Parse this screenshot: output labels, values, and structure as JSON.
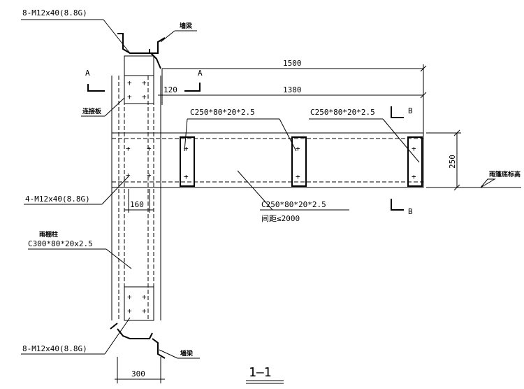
{
  "labels": {
    "bolt_top": "8-M12x40(8.8G)",
    "bolt_mid": "4-M12x40(8.8G)",
    "bolt_bottom": "8-M12x40(8.8G)",
    "wall_beam_top": "墙梁",
    "wall_beam_bottom": "墙梁",
    "connect_plate": "连接板",
    "canopy_column": "雨棚柱",
    "column_section": "C300*80*20x2.5",
    "purlin_left": "C250*80*20*2.5",
    "purlin_right": "C250*80*20*2.5",
    "purlin_beam": "C250*80*20*2.5",
    "spacing": "间距≤2000",
    "bottom_elev": "雨篷底标高",
    "section_title": "1—1"
  },
  "section_marks": {
    "a_left": "A",
    "a_right": "A",
    "b_top": "B",
    "b_bottom": "B"
  },
  "dimensions": {
    "d1500": "1500",
    "d1380": "1380",
    "d120": "120",
    "d250": "250",
    "d160": "160",
    "d300": "300"
  }
}
